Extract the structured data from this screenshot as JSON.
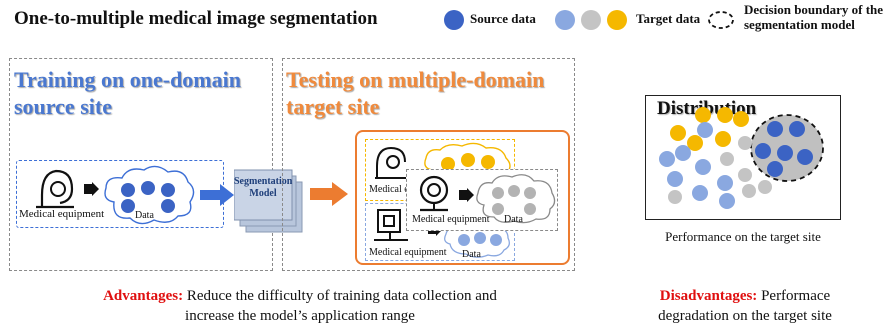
{
  "title": "One-to-multiple medical image segmentation",
  "legend": {
    "source": "Source data",
    "target": "Target data",
    "boundary_line1": "Decision boundary of the",
    "boundary_line2": "segmentation model"
  },
  "training": {
    "heading_line1": "Training on one-domain",
    "heading_line2": "source site",
    "equipment": "Medical equipment",
    "data": "Data"
  },
  "model": {
    "line1": "Segmentation",
    "line2": "Model"
  },
  "testing": {
    "heading_line1": "Testing on multiple-domain",
    "heading_line2": "target site",
    "equipment_partial": "Medical e",
    "equipment": "Medical equipment",
    "data": "Data"
  },
  "distribution": {
    "title": "Distribution",
    "caption": "Performance on the target site"
  },
  "advantages": {
    "label": "Advantages:",
    "line1": "Reduce the difficulty of training data collection and",
    "line2": "increase the model’s application range"
  },
  "disadvantages": {
    "label": "Disadvantages:",
    "line1": "Performace",
    "line2": "degradation on the target site"
  },
  "colors": {
    "source": "#3b63c4",
    "target_light": "#8aa8e0",
    "target_gray": "#c4c4c4",
    "target_yellow": "#f5b800",
    "training_heading": "#4a78d0",
    "testing_heading": "#f08a3c",
    "orange": "#ec7c30",
    "arrow_blue": "#3d6fd6",
    "red": "#e01010"
  }
}
